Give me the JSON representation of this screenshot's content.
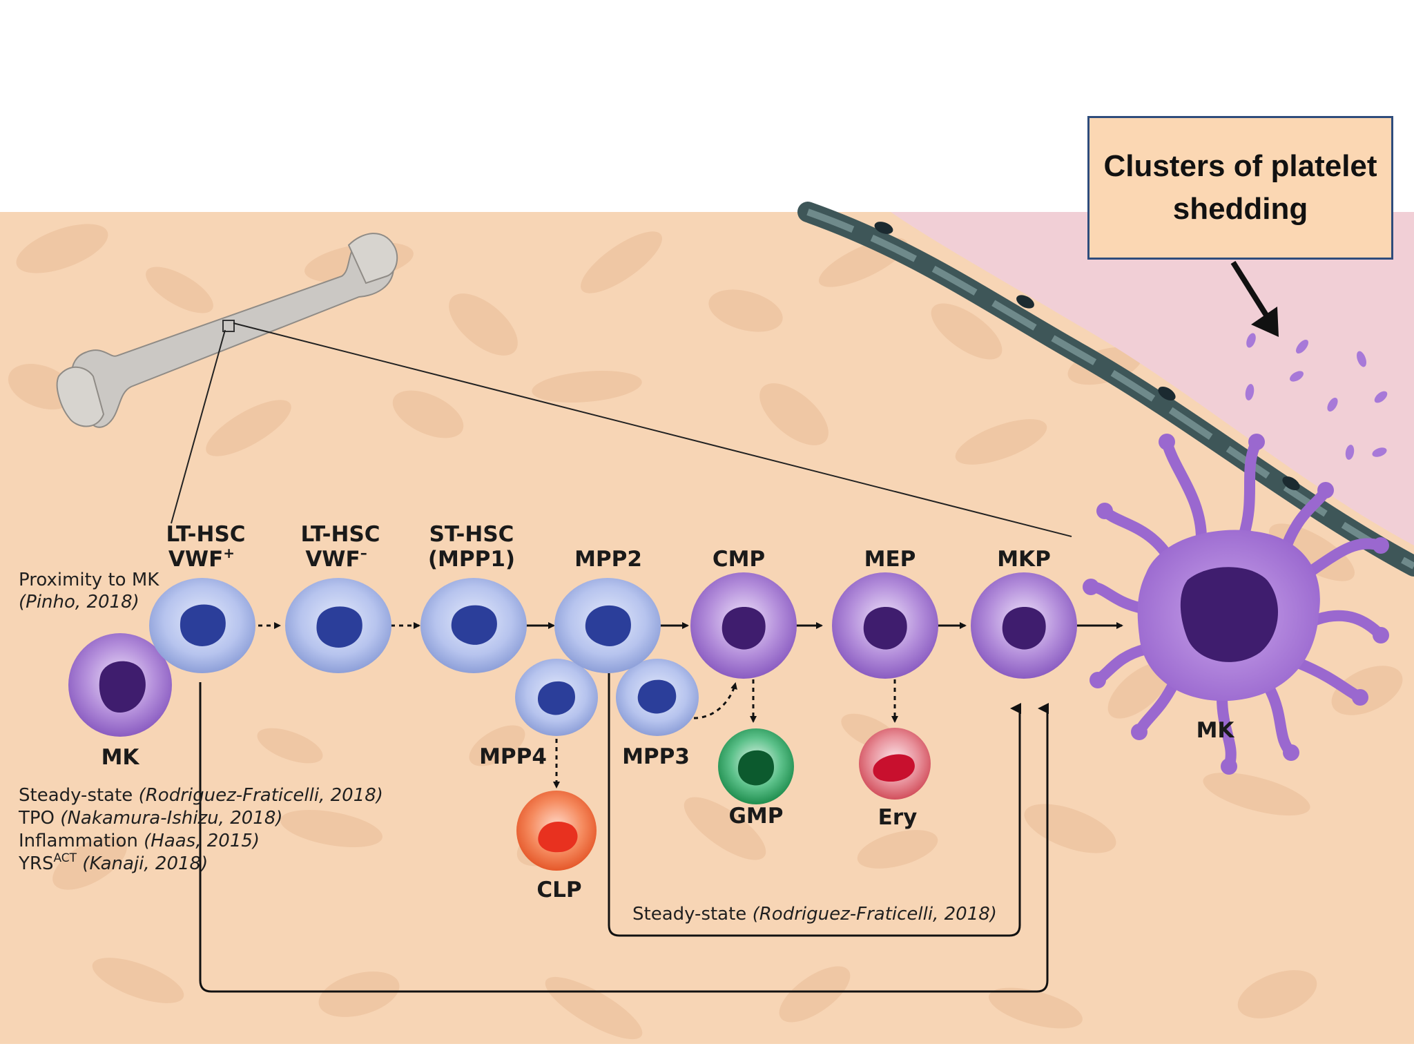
{
  "colors": {
    "tissue": "#f7d5b5",
    "tissue_blob": "#ecc19e",
    "vessel_lumen": "#f1cfd6",
    "vessel_wall": "#3e5658",
    "stem_cell": "#a9b8e6",
    "stem_nucleus": "#2b3e9a",
    "progenitor": "#a47bd0",
    "progenitor_nucleus": "#3f1d6e",
    "gmp": "#2fa260",
    "ery": "#e24a55",
    "clp": "#f2673a",
    "callout_bg": "#fbd7b3",
    "callout_border": "#2e4c7c"
  },
  "callout": {
    "text": "Clusters of platelet\nshedding"
  },
  "cells": {
    "lt_hsc_vwf_pos": {
      "line1": "LT-HSC",
      "line2": "VWF",
      "sup": "+"
    },
    "lt_hsc_vwf_neg": {
      "line1": "LT-HSC",
      "line2": "VWF",
      "sup": "–"
    },
    "st_hsc": {
      "line1": "ST-HSC",
      "line2": "(MPP1)"
    },
    "mpp2": "MPP2",
    "cmp": "CMP",
    "mep": "MEP",
    "mkp": "MKP",
    "mk_left": "MK",
    "mk_right": "MK",
    "mpp4": "MPP4",
    "mpp3": "MPP3",
    "clp": "CLP",
    "gmp": "GMP",
    "ery": "Ery"
  },
  "citations": {
    "proximity": {
      "text": "Proximity to MK",
      "ref": "(Pinho, 2018)"
    },
    "list": [
      {
        "text": "Steady-state ",
        "ref": "(Rodriguez-Fraticelli, 2018)"
      },
      {
        "text": "TPO ",
        "ref": "(Nakamura-Ishizu, 2018)"
      },
      {
        "text": "Inflammation ",
        "ref": "(Haas, 2015)"
      },
      {
        "text": "YRS",
        "sup": "ACT",
        "ref": " (Kanaji, 2018)"
      }
    ],
    "bottom": {
      "text": "Steady-state ",
      "ref": "(Rodriguez-Fraticelli, 2018)"
    }
  }
}
